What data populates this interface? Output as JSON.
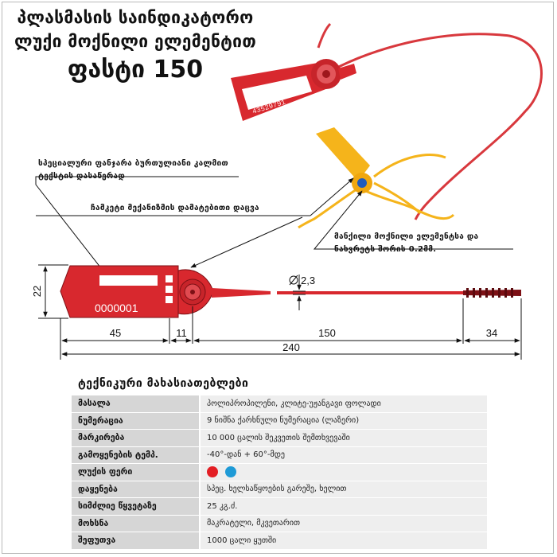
{
  "title": {
    "line1": "პლასმასის საინდიკატორო",
    "line2": "ლუქი მოქნილი ელემენტით",
    "line3": "ფასტი 150"
  },
  "seal_serial": "43529791",
  "card_number": "0000001",
  "callouts": {
    "window": "სპეციალური ფანჯარა ბურთულიანი კალმით\nტექსტის დასაწერად",
    "lock": "ჩამკეტი მექანიზმის დამატებითი დაცვა",
    "wire": "მანქილი მოქნილი ელემენტსა და\nნახვრეტს შორის 0.2მმ."
  },
  "dimensions": {
    "height": "22",
    "diameter": "2,3",
    "d45": "45",
    "d11": "11",
    "d150": "150",
    "d34": "34",
    "d240": "240"
  },
  "specs": {
    "title": "ტექნიკური მახასიათებლები",
    "rows": [
      {
        "label": "მასალა",
        "value": "პოლიპროპილენი, კლიტე-უჟანგავი ფოლადი"
      },
      {
        "label": "ნუმერაცია",
        "value": "9 ნიშნა ქარხნული ნუმერაცია (ლაზერი)"
      },
      {
        "label": "მარკირება",
        "value": "10 000 ცალის შეკვეთის შემთხვევაში"
      },
      {
        "label": "გამოყენების ტემპ.",
        "value": "-40°-დან + 60°-მდე"
      },
      {
        "label": "ლუქის ფერი",
        "value": "",
        "colors": [
          "#e31e24",
          "#1e9ad6"
        ]
      },
      {
        "label": "დაყენება",
        "value": "სპეც. ხელსაწყოების გარეშე, ხელით"
      },
      {
        "label": "სიმძლიე წყვეტაზე",
        "value": "25 კგ.ძ."
      },
      {
        "label": "მოხსნა",
        "value": "მაკრატელი, მკვეთარით"
      },
      {
        "label": "შეფუთვა",
        "value": "1000 ცალი ყუთში"
      }
    ]
  },
  "colors": {
    "seal_red": "#d8282e",
    "seal_yellow": "#f5b41b",
    "ink": "#111111"
  }
}
